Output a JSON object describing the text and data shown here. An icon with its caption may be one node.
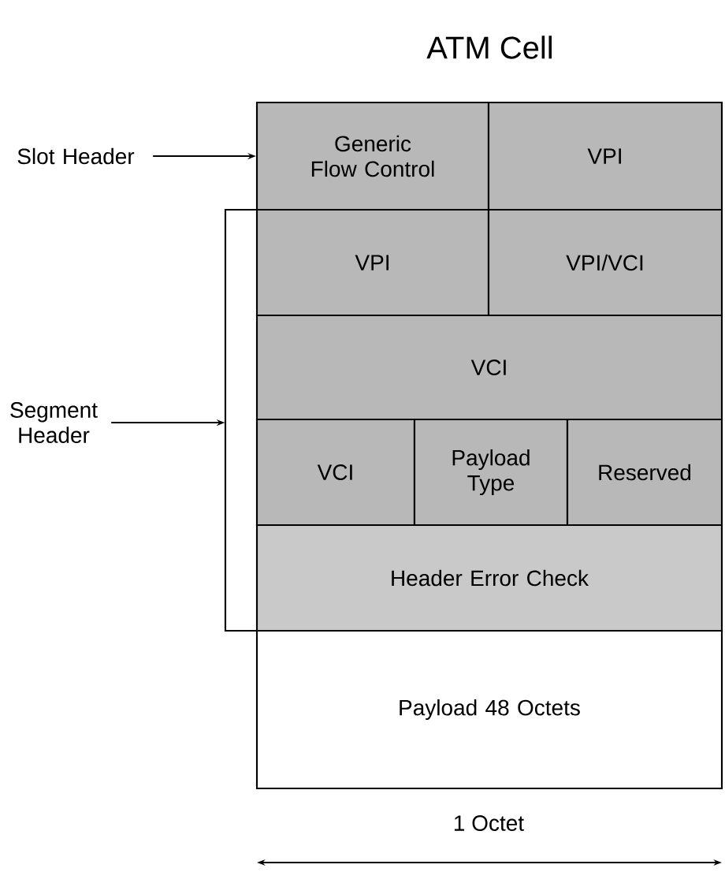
{
  "diagram": {
    "title": "ATM Cell",
    "nodes": [
      {
        "text": [
          "Slot Header"
        ]
      },
      {
        "text": [
          "Generic Flow Control"
        ]
      },
      {
        "text": [
          "VPI"
        ]
      },
      {
        "text": [
          "VPI"
        ]
      },
      {
        "text": [
          "VPI/VCI"
        ]
      },
      {
        "text": [],
        "shape": "bracket"
      },
      {
        "text": [
          "VCI"
        ]
      },
      {
        "text": [
          "Segment Header"
        ]
      },
      {
        "text": [
          "VCI"
        ]
      },
      {
        "text": [
          "Payload Type"
        ]
      },
      {
        "text": [
          "Reserved"
        ]
      },
      {
        "text": [
          "Header Error Check"
        ]
      },
      {
        "text": [
          "Payload 48 Octets"
        ]
      }
    ],
    "edges": [
      {
        "from": 0,
        "to": 1,
        "arrow": "to"
      },
      {
        "from": 7,
        "to": 5,
        "arrow": "to"
      }
    ],
    "labels": [
      "1 Octet"
    ]
  }
}
